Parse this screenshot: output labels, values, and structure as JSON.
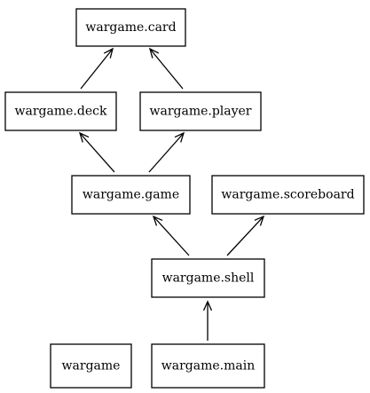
{
  "diagram": {
    "type": "module-dependency-graph",
    "colors": {
      "background": "#ffffff",
      "stroke": "#000000",
      "text": "#000000"
    },
    "nodes": [
      {
        "id": "card",
        "label": "wargame.card"
      },
      {
        "id": "deck",
        "label": "wargame.deck"
      },
      {
        "id": "player",
        "label": "wargame.player"
      },
      {
        "id": "game",
        "label": "wargame.game"
      },
      {
        "id": "scoreboard",
        "label": "wargame.scoreboard"
      },
      {
        "id": "shell",
        "label": "wargame.shell"
      },
      {
        "id": "wargame",
        "label": "wargame"
      },
      {
        "id": "main",
        "label": "wargame.main"
      }
    ],
    "edges": [
      {
        "from": "deck",
        "to": "card"
      },
      {
        "from": "player",
        "to": "card"
      },
      {
        "from": "game",
        "to": "deck"
      },
      {
        "from": "game",
        "to": "player"
      },
      {
        "from": "shell",
        "to": "game"
      },
      {
        "from": "shell",
        "to": "scoreboard"
      },
      {
        "from": "main",
        "to": "shell"
      }
    ]
  }
}
